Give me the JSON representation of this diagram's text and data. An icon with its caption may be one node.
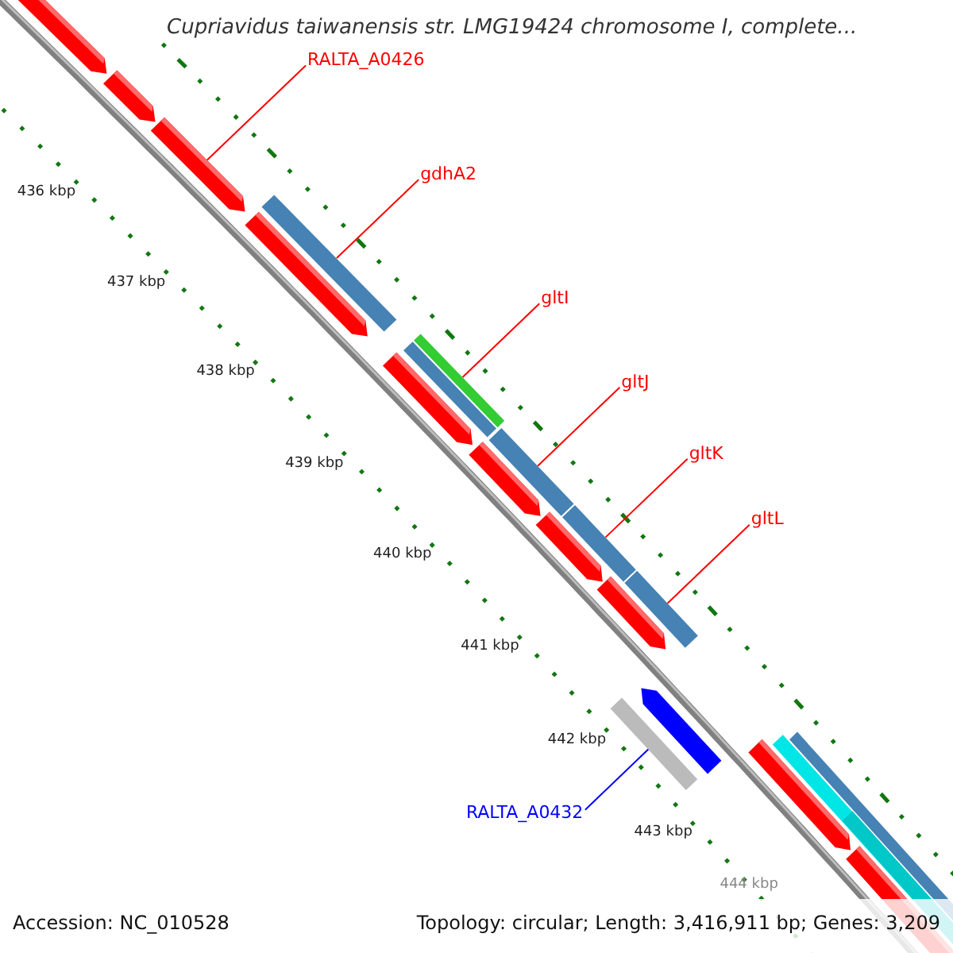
{
  "diagram": {
    "title": "Cupriavidus taiwanensis str. LMG19424 chromosome I, complete...",
    "nodes": [
      {
        "text": [
          "RALTA_A0426"
        ]
      },
      {
        "text": [],
        "shape": "arrow"
      },
      {
        "text": [
          "gdhA2"
        ]
      },
      {
        "text": [],
        "shape": "bar"
      },
      {
        "text": [
          "gltI"
        ]
      },
      {
        "text": [],
        "shape": "bar"
      },
      {
        "text": [
          "gltJ"
        ]
      },
      {
        "text": [],
        "shape": "bar"
      },
      {
        "text": [
          "gltK"
        ]
      },
      {
        "text": [],
        "shape": "bar"
      },
      {
        "text": [
          "gltL"
        ]
      },
      {
        "text": [],
        "shape": "bar"
      },
      {
        "text": [
          "RALTA_A0432"
        ]
      },
      {
        "text": [],
        "shape": "bar"
      }
    ],
    "edges": [
      {
        "from": 0,
        "to": 1,
        "arrow": "none"
      },
      {
        "from": 2,
        "to": 3,
        "arrow": "none"
      },
      {
        "from": 4,
        "to": 5,
        "arrow": "none"
      },
      {
        "from": 6,
        "to": 7,
        "arrow": "none"
      },
      {
        "from": 8,
        "to": 9,
        "arrow": "none"
      },
      {
        "from": 10,
        "to": 11,
        "arrow": "none"
      },
      {
        "from": 12,
        "to": 13,
        "arrow": "none",
        "color": "#0000ff"
      }
    ],
    "labels": [
      "436 kbp",
      "437 kbp",
      "438 kbp",
      "439 kbp",
      "440 kbp",
      "441 kbp",
      "442 kbp",
      "443 kbp",
      "444 kbp",
      "Accession: NC_010528",
      "Topology: circular; Length: 3,416,911 bp; Genes: 3,209"
    ]
  }
}
